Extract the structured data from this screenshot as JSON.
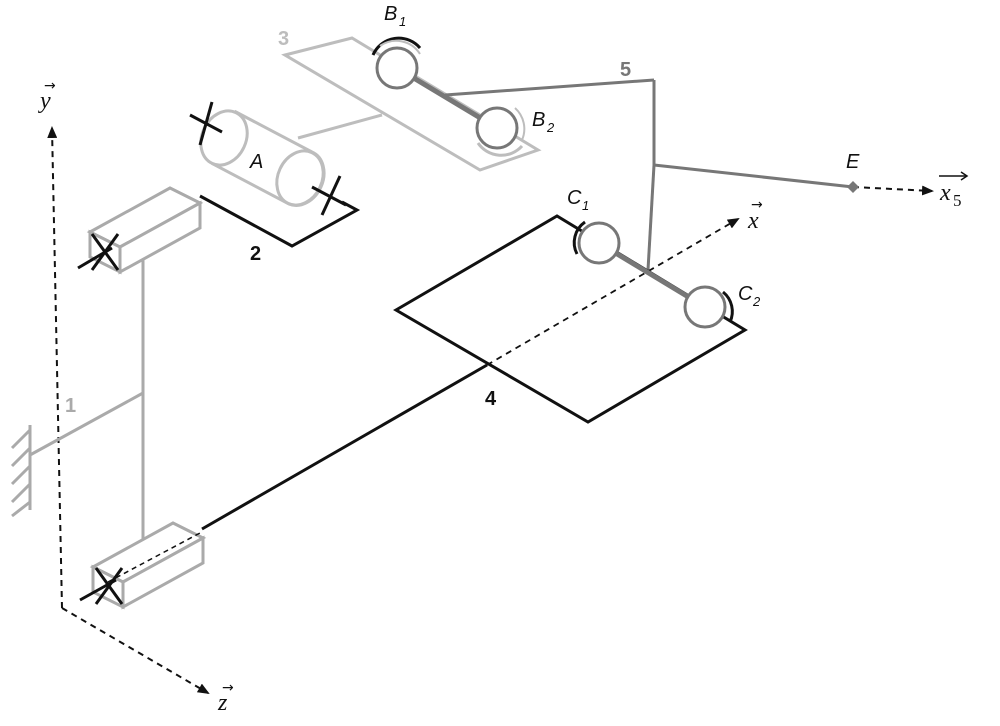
{
  "colors": {
    "black": "#111111",
    "dark_gray": "#777777",
    "light_gray": "#aaaaaa",
    "lighter_gray": "#bdbdbd"
  },
  "axes": {
    "y": {
      "letter": "y"
    },
    "z": {
      "letter": "z"
    },
    "x": {
      "letter": "x"
    },
    "x5": {
      "letter": "x",
      "subscript": "5"
    }
  },
  "parts": {
    "part1": "1",
    "part2": "2",
    "part3": "3",
    "part4": "4",
    "part5": "5"
  },
  "joints": {
    "A": "A",
    "B1": {
      "letter": "B",
      "subscript": "1"
    },
    "B2": {
      "letter": "B",
      "subscript": "2"
    },
    "C1": {
      "letter": "C",
      "subscript": "1"
    },
    "C2": {
      "letter": "C",
      "subscript": "2"
    },
    "E": "E"
  }
}
